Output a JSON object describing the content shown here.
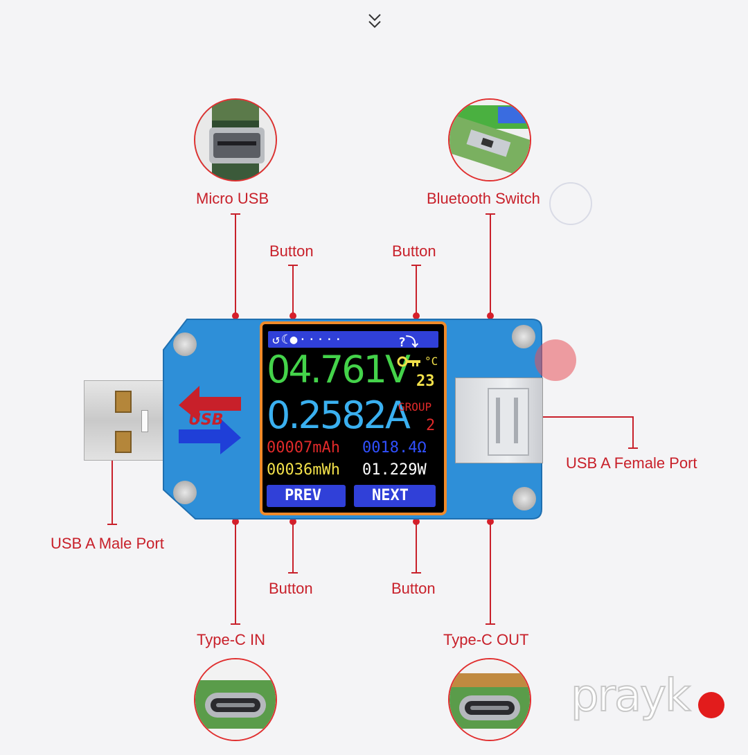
{
  "labels": {
    "micro_usb": "Micro USB",
    "bluetooth_switch": "Bluetooth Switch",
    "button_top_left": "Button",
    "button_top_right": "Button",
    "button_bottom_left": "Button",
    "button_bottom_right": "Button",
    "usb_a_male": "USB A Male Port",
    "usb_a_female": "USB A Female Port",
    "type_c_in": "Type-C IN",
    "type_c_out": "Type-C OUT"
  },
  "device": {
    "logo_text": "USB",
    "screen": {
      "status_left": "↺☾●·····",
      "status_right": "?⤵",
      "voltage": "04.761V",
      "temp_unit": "°C",
      "temperature": "23",
      "current": "0.2582A",
      "group_label": "GROUP",
      "group_value": "2",
      "capacity_mah": "00007mAh",
      "resistance": "0018.4Ω",
      "energy_mwh": "00036mWh",
      "power": "01.229W",
      "prev_button": "PREV",
      "next_button": "NEXT"
    }
  },
  "watermark": {
    "brand": "prayk"
  },
  "colors": {
    "label_red": "#c8202a",
    "device_blue": "#2e8fd8",
    "lcd_green": "#44d34a",
    "lcd_cyan": "#3ab0f0",
    "lcd_red": "#e02a2a",
    "lcd_blue": "#3050ff",
    "lcd_yellow": "#f2e04a",
    "lcd_button": "#3040d8"
  }
}
